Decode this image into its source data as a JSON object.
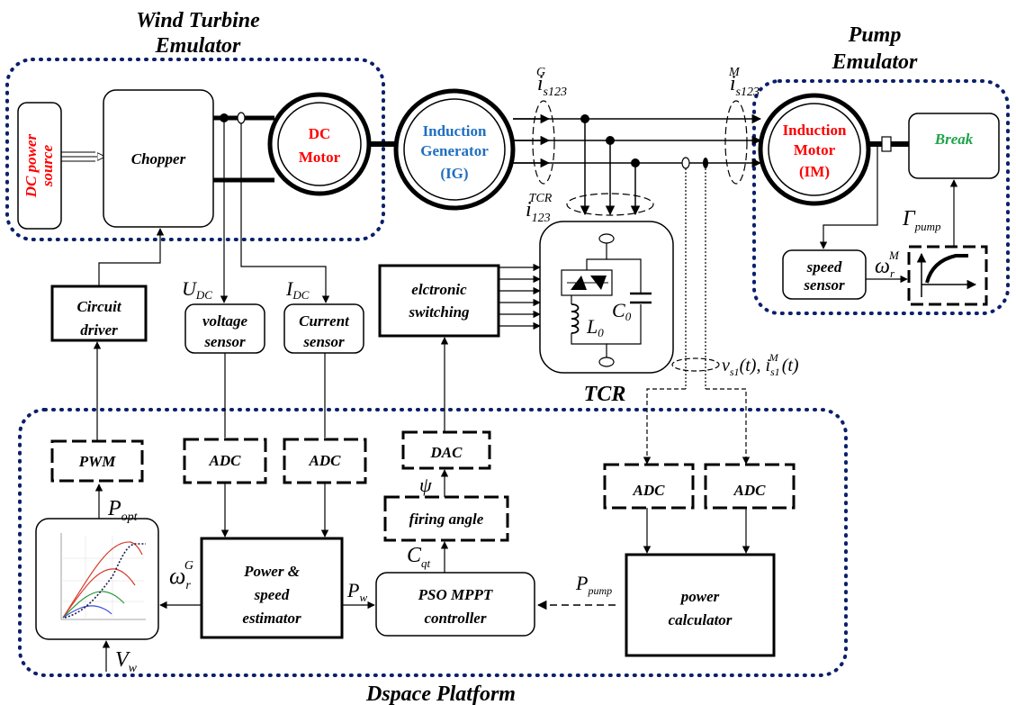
{
  "title_wind": [
    "Wind Turbine",
    "Emulator"
  ],
  "title_pump": [
    "Pump",
    "Emulator"
  ],
  "title_dspace": "Dspace Platform",
  "title_tcr": "TCR",
  "blocks": {
    "dc_source": [
      "DC power",
      "source"
    ],
    "chopper": "Chopper",
    "dc_motor": [
      "DC",
      "Motor"
    ],
    "ig": [
      "Induction",
      "Generator",
      "(IG)"
    ],
    "im": [
      "Induction",
      "Motor",
      "(IM)"
    ],
    "break": "Break",
    "speed_sensor": [
      "speed",
      "sensor"
    ],
    "circuit_driver": [
      "Circuit",
      "driver"
    ],
    "voltage_sensor": [
      "voltage",
      "sensor"
    ],
    "current_sensor": [
      "Current",
      "sensor"
    ],
    "electronic_switching": [
      "elctronic",
      "switching"
    ],
    "pwm": "PWM",
    "adc1": "ADC",
    "adc2": "ADC",
    "dac": "DAC",
    "firing_angle": "firing angle",
    "adc3": "ADC",
    "adc4": "ADC",
    "power_speed": [
      "Power &",
      "speed",
      "estimator"
    ],
    "pso": [
      "PSO MPPT",
      "controller"
    ],
    "power_calc": [
      "power",
      "calculator"
    ]
  },
  "signals": {
    "udc": "U",
    "udc_sub": "DC",
    "idc": "I",
    "idc_sub": "DC",
    "is_g": "i",
    "is_g_sup": "G",
    "is_g_sub": "s123",
    "is_m": "i",
    "is_m_sup": "M",
    "is_m_sub": "s123",
    "i_tcr": "i",
    "i_tcr_sup": "TCR",
    "i_tcr_sub": "123",
    "gamma": "Γ",
    "gamma_sub": "pump",
    "omega_m": "ω",
    "omega_m_sub": "r",
    "omega_m_sup": "M",
    "omega_g": "ω",
    "omega_g_sub": "r",
    "omega_g_sup": "G",
    "vs": "v",
    "vs_sub": "s1",
    "vs_t": "(t), ",
    "is1": "i",
    "is1_sup": "M",
    "is1_sub": "s1",
    "is1_t": "(t)",
    "popt": "P",
    "popt_sub": "opt",
    "vw": "V",
    "vw_sub": "w",
    "pw": "P",
    "pw_sub": "w",
    "psi": "ψ",
    "cqt": "C",
    "cqt_sub": "qt",
    "ppump": "P",
    "ppump_sub": "pump",
    "c0": "C",
    "c0_sub": "0",
    "l0": "L",
    "l0_sub": "0"
  },
  "colors": {
    "red": "#ff0000",
    "blue": "#1f6fbf",
    "green": "#1fa34a",
    "navy": "#0b1f6b"
  }
}
